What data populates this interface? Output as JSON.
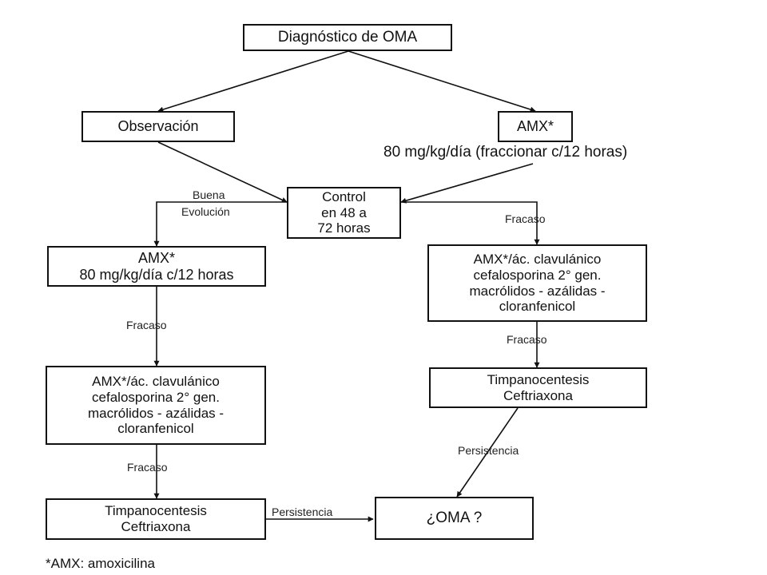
{
  "boxes": {
    "diagnostico": "Diagnóstico de OMA",
    "observacion": "Observación",
    "amx_top": "AMX*",
    "control": [
      "Control",
      "en 48 a",
      "72 horas"
    ],
    "left_amx": [
      "AMX*",
      "80 mg/kg/día c/12 horas"
    ],
    "right_combo": [
      "AMX*/ác. clavulánico",
      "cefalosporina 2° gen.",
      "macrólidos - azálidas -",
      "cloranfenicol"
    ],
    "left_combo": [
      "AMX*/ác. clavulánico",
      "cefalosporina 2° gen.",
      "macrólidos - azálidas -",
      "cloranfenicol"
    ],
    "right_timpano": [
      "Timpanocentesis",
      "Ceftriaxona"
    ],
    "left_timpano": [
      "Timpanocentesis",
      "Ceftriaxona"
    ],
    "oma": "¿OMA ?"
  },
  "text": {
    "amx_dose": "80 mg/kg/día (fraccionar c/12 horas)",
    "footnote": "*AMX: amoxicilina"
  },
  "edge_labels": {
    "buena": "Buena",
    "evolucion": "Evolución",
    "fracaso_right_1": "Fracaso",
    "fracaso_left_1": "Fracaso",
    "fracaso_right_2": "Fracaso",
    "fracaso_left_2": "Fracaso",
    "persistencia_right": "Persistencia",
    "persistencia_left": "Persistencia"
  }
}
